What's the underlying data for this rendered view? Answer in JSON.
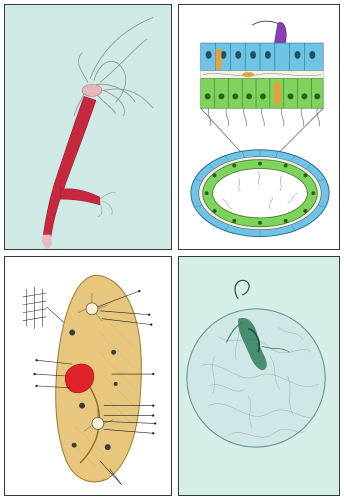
{
  "panels": [
    {
      "id": "hydra",
      "subject": "hydra-micrograph"
    },
    {
      "id": "tissue",
      "subject": "body-wall-cell-layers-diagram"
    },
    {
      "id": "paramecium",
      "subject": "paramecium-labeled-diagram"
    },
    {
      "id": "volvox",
      "subject": "volvox-micrograph"
    }
  ],
  "colors": {
    "frame": "#3a3a3a",
    "hydra_bg": "#cfe9e4",
    "hydra_body": "#c8283e",
    "ectoderm": "#6fc4e6",
    "endoderm": "#7dd35c",
    "cnidocyte": "#8a3fb3",
    "mesoglea": "#e8a03a",
    "paramecium_body": "#e7c77e",
    "macronucleus": "#e0232a",
    "volvox_bg": "#d6eee8",
    "volvox_stain": "#2f7d5a"
  }
}
